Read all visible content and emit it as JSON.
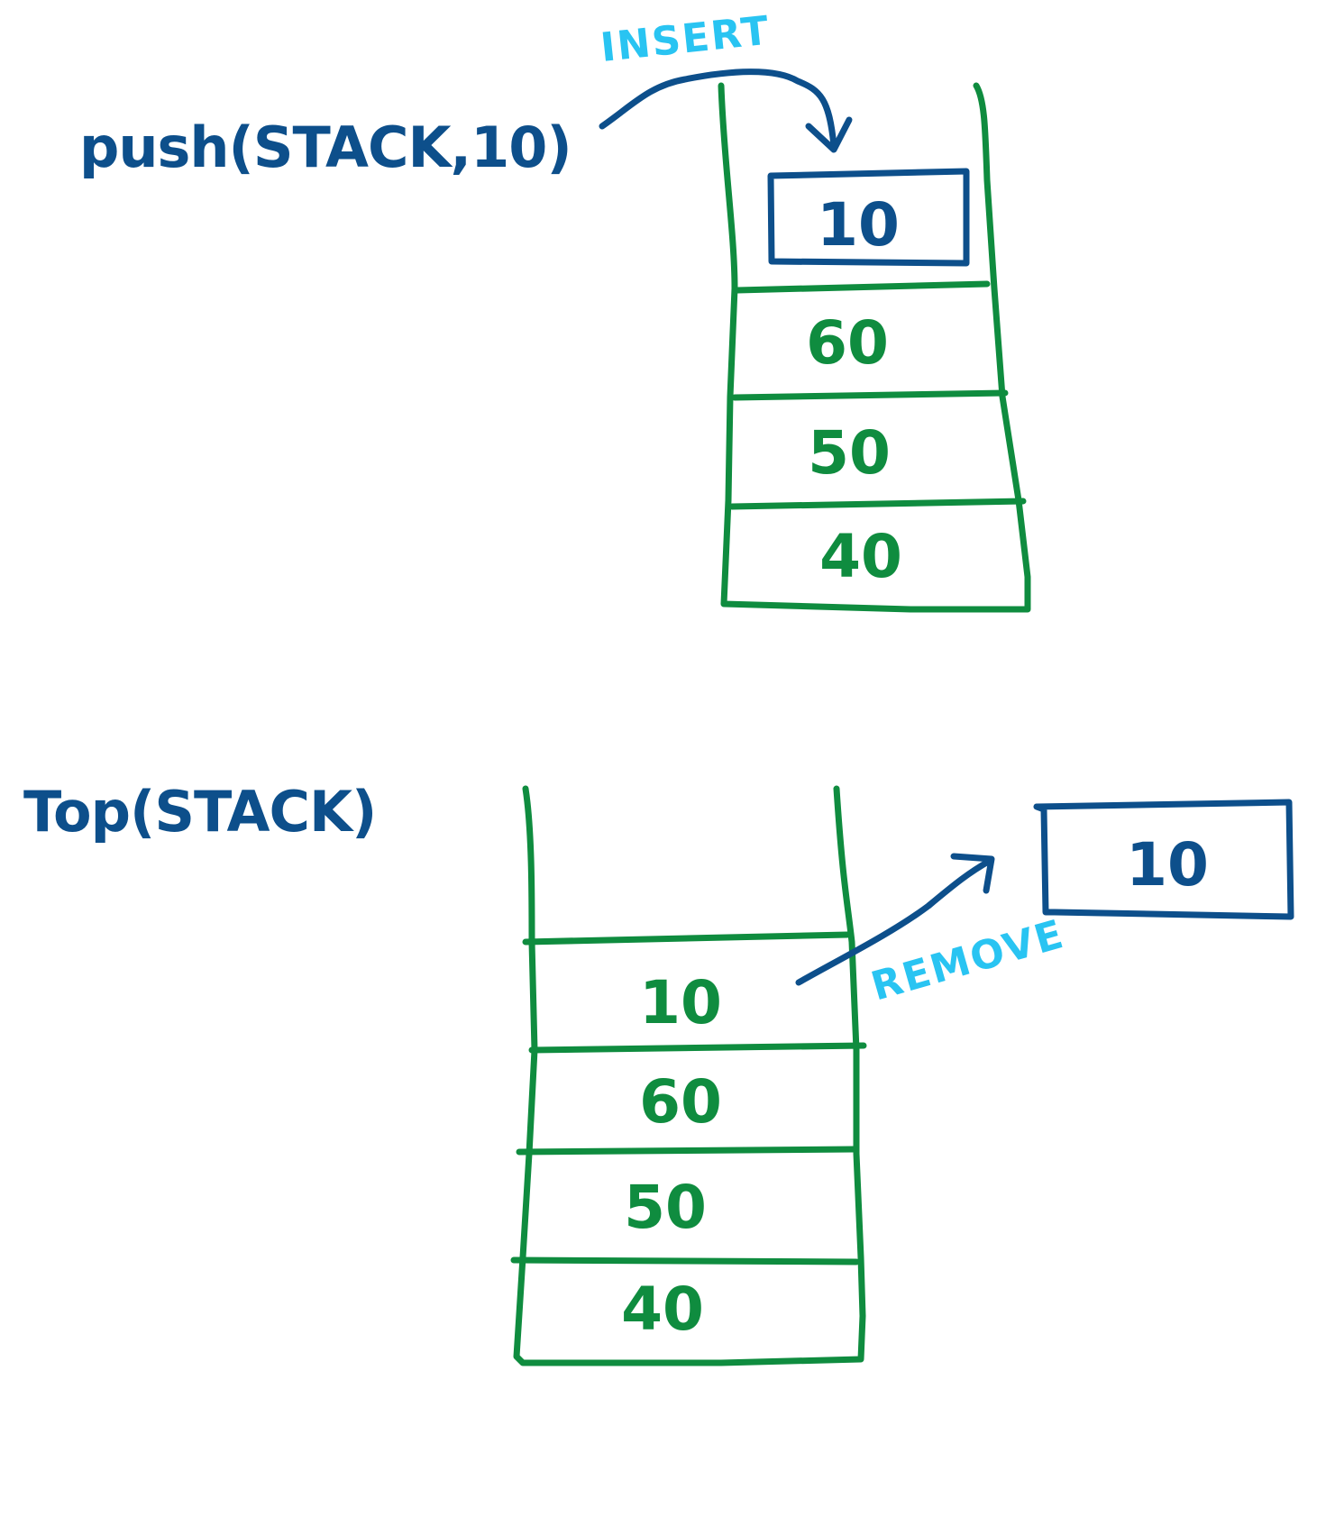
{
  "colors": {
    "dark_blue": "#0d4f8b",
    "green": "#0f8c3f",
    "light_blue": "#29c4f2"
  },
  "push_panel": {
    "operation": "push(STACK,10)",
    "arrow_label": "INSERT",
    "incoming_value": "10",
    "stack_values": [
      "60",
      "50",
      "40"
    ]
  },
  "top_panel": {
    "operation": "Top(STACK)",
    "arrow_label": "REMOVE",
    "removed_value": "10",
    "stack_values": [
      "10",
      "60",
      "50",
      "40"
    ]
  }
}
